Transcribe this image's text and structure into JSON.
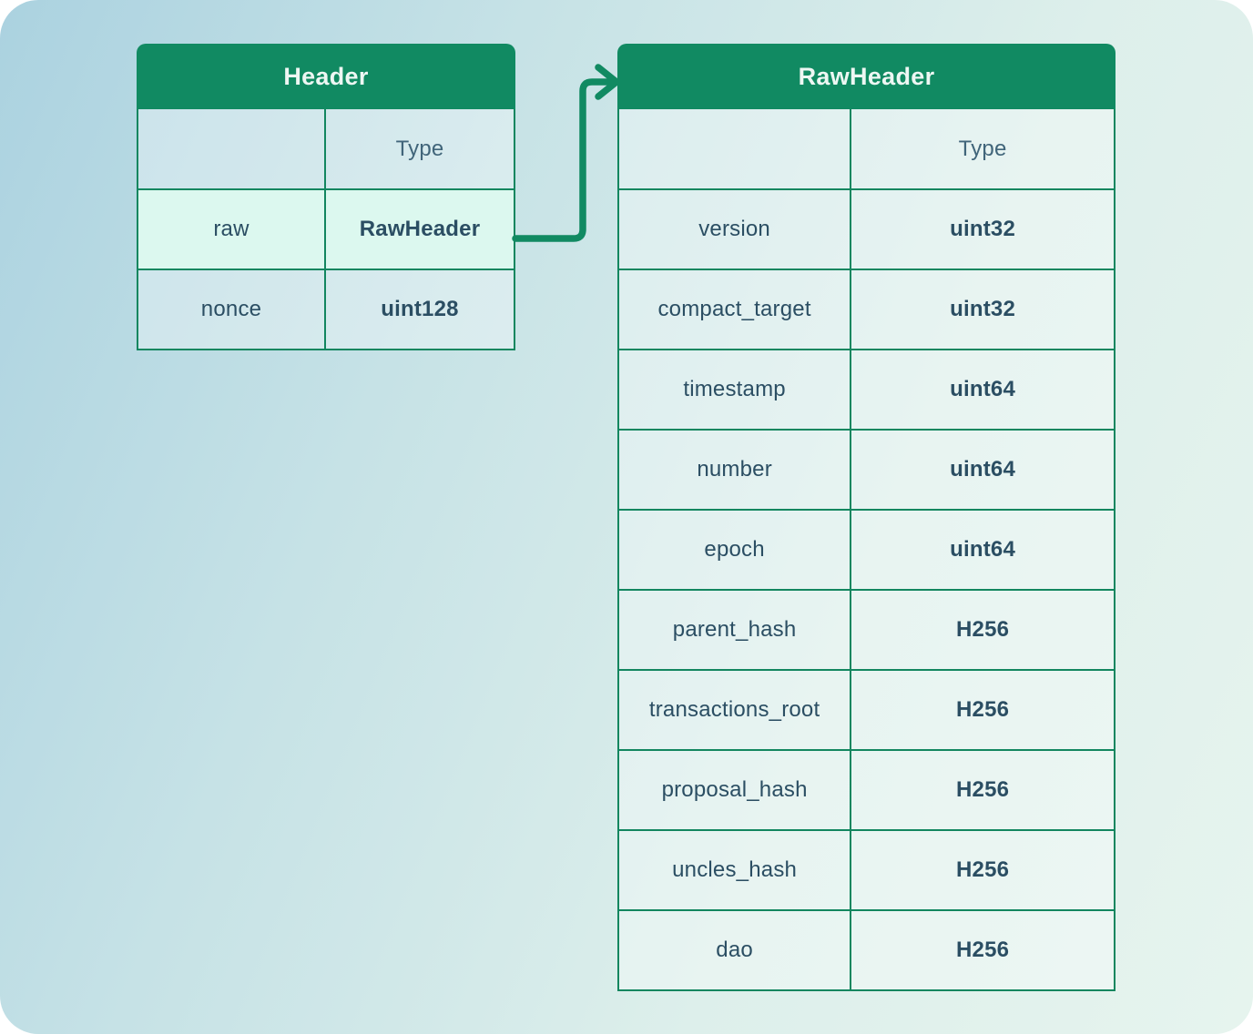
{
  "canvas": {
    "background_gradient_start": "#abd2e0",
    "background_gradient_end": "#e6f4ee"
  },
  "colors": {
    "accent_green": "#118a62",
    "table_border": "#12865f",
    "header_text": "#edf7f3",
    "cell_text": "#2b4e63",
    "type_label_text": "#41657a",
    "highlight_row_bg": "#dcf8ef"
  },
  "tables": [
    {
      "title": "Header",
      "type_column_label": "Type",
      "rows": [
        {
          "field": "raw",
          "type": "RawHeader",
          "highlighted": true
        },
        {
          "field": "nonce",
          "type": "uint128",
          "highlighted": false
        }
      ]
    },
    {
      "title": "RawHeader",
      "type_column_label": "Type",
      "rows": [
        {
          "field": "version",
          "type": "uint32"
        },
        {
          "field": "compact_target",
          "type": "uint32"
        },
        {
          "field": "timestamp",
          "type": "uint64"
        },
        {
          "field": "number",
          "type": "uint64"
        },
        {
          "field": "epoch",
          "type": "uint64"
        },
        {
          "field": "parent_hash",
          "type": "H256"
        },
        {
          "field": "transactions_root",
          "type": "H256"
        },
        {
          "field": "proposal_hash",
          "type": "H256"
        },
        {
          "field": "uncles_hash",
          "type": "H256"
        },
        {
          "field": "dao",
          "type": "H256"
        }
      ]
    }
  ],
  "arrow": {
    "from_field": "raw",
    "to_table": "RawHeader"
  }
}
